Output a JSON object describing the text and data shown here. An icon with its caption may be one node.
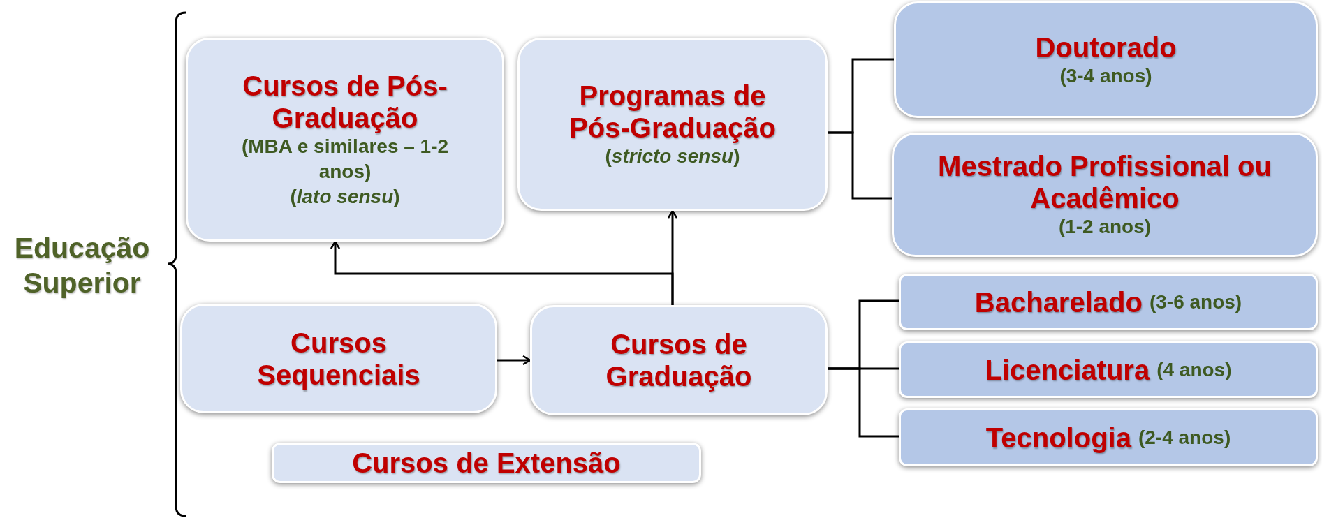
{
  "diagram": {
    "nodes": [
      {
        "text": [
          "Cursos de Pós-Graduação",
          "(MBA e similares – 1-2 anos)",
          "(*lato sensu*)"
        ]
      },
      {
        "text": [
          "Programas de Pós-Graduação",
          "(*stricto sensu*)"
        ]
      },
      {
        "text": [
          "Doutorado",
          "(3-4 anos)"
        ]
      },
      {
        "text": [
          "Mestrado Profissional ou Acadêmico",
          "(1-2 anos)"
        ]
      },
      {
        "text": [
          "Cursos Sequenciais"
        ]
      },
      {
        "text": [
          "Cursos de Graduação"
        ]
      },
      {
        "text": [
          "Bacharelado",
          "(3-6 anos)"
        ]
      },
      {
        "text": [
          "Licenciatura",
          "(4 anos)"
        ]
      },
      {
        "text": [
          "Tecnologia",
          "(2-4 anos)"
        ]
      },
      {
        "text": [
          "Cursos de Extensão"
        ]
      }
    ],
    "edges": [
      {
        "from": 4,
        "to": 5,
        "arrow": "to"
      },
      {
        "from": 5,
        "to": 1,
        "arrow": "to"
      },
      {
        "from": 5,
        "to": 0,
        "arrow": "to"
      },
      {
        "from": 1,
        "to": 2,
        "arrow": "none"
      },
      {
        "from": 1,
        "to": 3,
        "arrow": "none"
      },
      {
        "from": 5,
        "to": 6,
        "arrow": "none"
      },
      {
        "from": 5,
        "to": 7,
        "arrow": "none"
      },
      {
        "from": 5,
        "to": 8,
        "arrow": "none"
      }
    ],
    "labels": [
      "Educação Superior"
    ]
  }
}
